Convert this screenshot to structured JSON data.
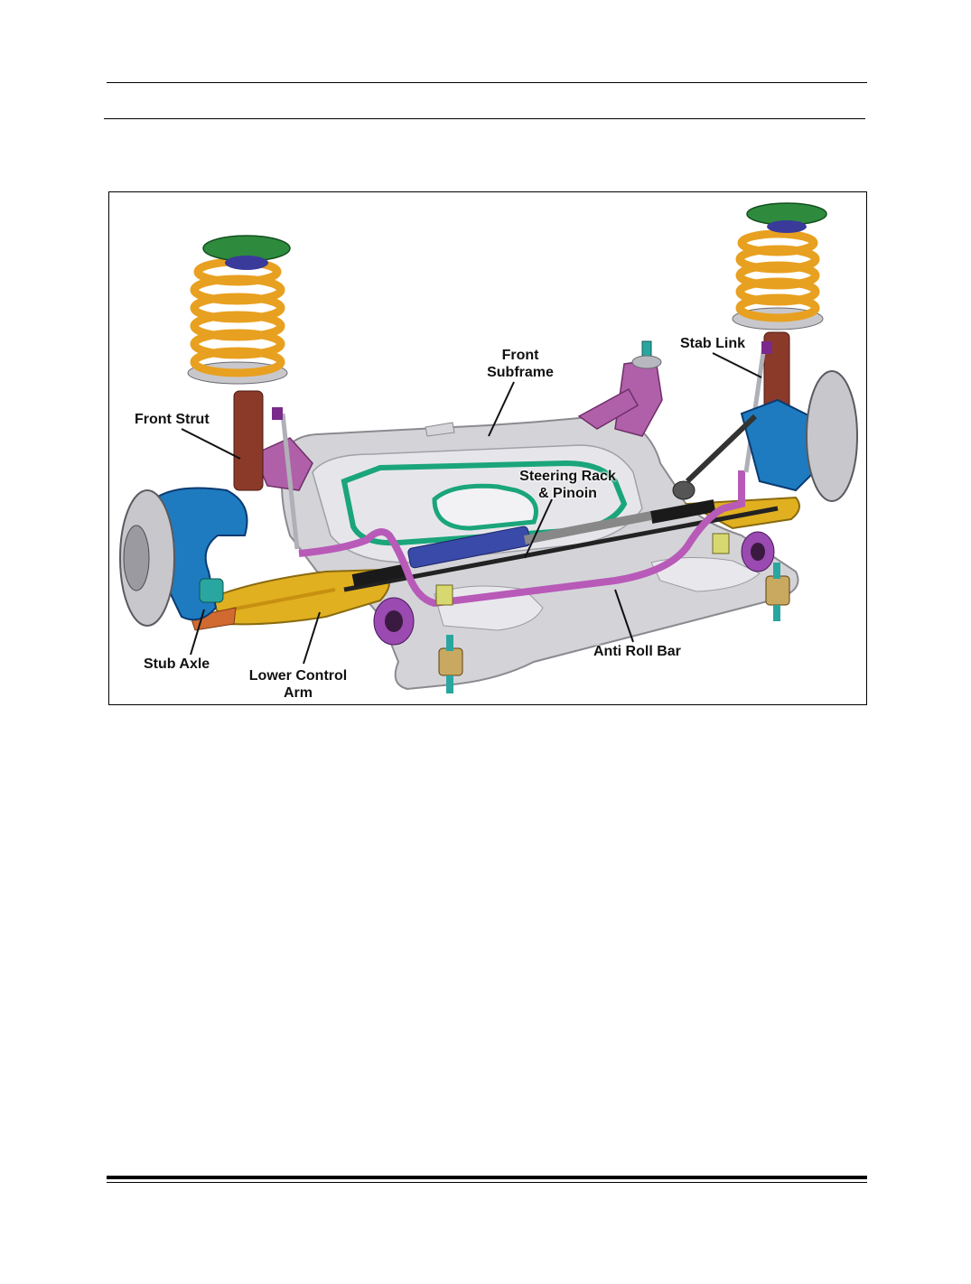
{
  "figure": {
    "labels": {
      "front_strut": "Front Strut",
      "front_subframe_line1": "Front",
      "front_subframe_line2": "Subframe",
      "stab_link": "Stab Link",
      "steering_line1": "Steering Rack",
      "steering_line2": "& Pinoin",
      "stub_axle": "Stub Axle",
      "lower_control_line1": "Lower Control",
      "lower_control_line2": "Arm",
      "anti_roll_bar": "Anti Roll Bar"
    },
    "colors": {
      "spring": "#e8a020",
      "strut_mount": "#2e8b3e",
      "strut_body": "#8b3a2a",
      "knuckle": "#1e7bc0",
      "subframe": "#d4d4d8",
      "subframe_outline": "#9a9aa0",
      "inner_frame": "#1aa57a",
      "control_arm": "#e0b020",
      "anti_roll_bar": "#b85ab8",
      "bushing": "#9a4ab0",
      "steering_rack": "#3a4aa8",
      "bracket": "#b060a8"
    }
  }
}
